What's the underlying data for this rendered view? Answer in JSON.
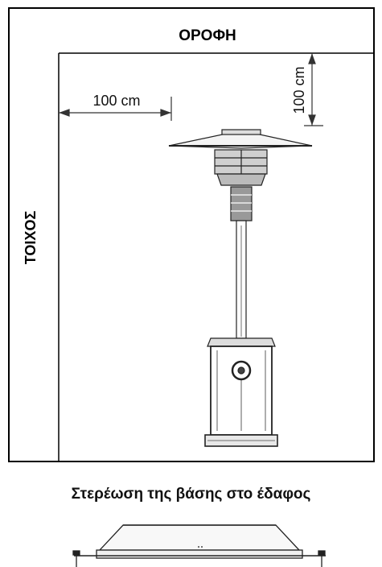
{
  "diagram": {
    "ceiling_label": "ΟΡΟΦΗ",
    "wall_label": "ΤΟΙΧΟΣ",
    "horizontal_clearance": "100 cm",
    "vertical_clearance": "100 cm"
  },
  "base_section": {
    "caption": "Στερέωση της βάσης  στο έδαφος"
  }
}
